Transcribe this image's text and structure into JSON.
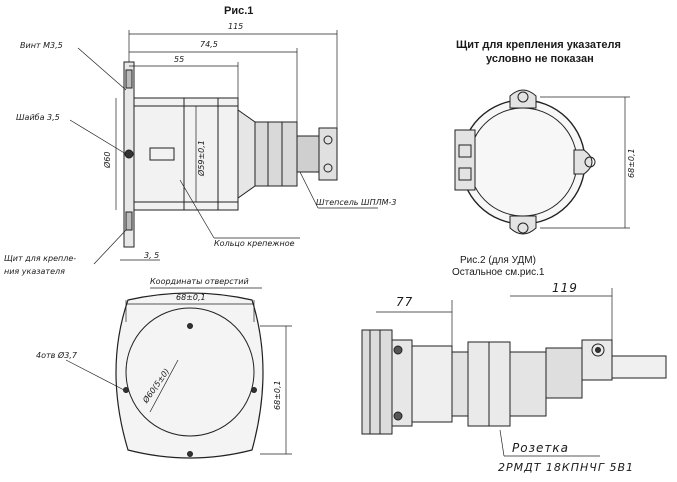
{
  "fig1": {
    "title": "Рис.1",
    "dims": {
      "d115": "115",
      "d74_5": "74,5",
      "d55": "55",
      "d3_5": "3, 5",
      "d60": "Ø60",
      "d59": "Ø59±0,1"
    },
    "labels": {
      "screw": "Винт М3,5",
      "washer": "Шайба 3,5",
      "plug": "Штепсель ШПЛМ-3",
      "ring": "Кольцо крепежное",
      "panel_line1": "Щит для крепле-",
      "panel_line2": "ния указателя"
    }
  },
  "panel_view": {
    "title_line1": "Щит для крепления указателя",
    "title_line2": "условно не показан",
    "dim": "68±0,1"
  },
  "fig2": {
    "title": "Рис.2 (для УДМ)",
    "subtitle": "Остальное см.рис.1",
    "dim77": "77",
    "dim119": "119",
    "socket_label": "Розетка",
    "socket_code": "2РМДТ 18КПНЧГ 5В1"
  },
  "holes": {
    "title": "Координаты отверстий",
    "dim_top": "68±0,1",
    "dim_right": "68±0,1",
    "holes_label": "4отв Ø3,7",
    "circle_dim": "Ø60(5±0)"
  }
}
